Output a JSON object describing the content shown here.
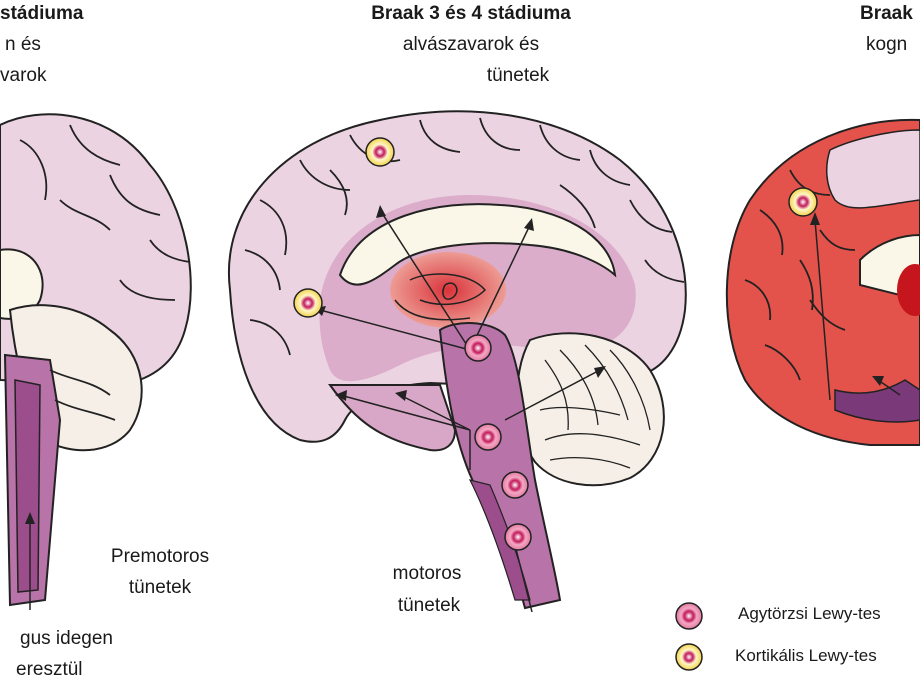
{
  "left_panel": {
    "title": "stádiuma",
    "desc_line1": "n és",
    "desc_line2": "varok",
    "premotor_line1": "Premotoros",
    "premotor_line2": "tünetek",
    "vagus_line1": "gus idegen",
    "vagus_line2": "eresztül"
  },
  "middle_panel": {
    "title": "Braak 3 és 4 stádiuma",
    "desc_line1": "alvászavarok és",
    "desc_line2": "tünetek",
    "motor_line1": "motoros",
    "motor_line2": "tünetek"
  },
  "right_panel": {
    "title": "Braak",
    "desc_line1": "kogn"
  },
  "legend": {
    "brainstem_label": "Agytörzsi Lewy-tes",
    "cortical_label": "Kortikális Lewy-tes"
  },
  "colors": {
    "cortex_light": "#ecd3e2",
    "brainstem": "#b873a8",
    "limbic": "#d8a6c6",
    "red_region": "#e3524b",
    "lewy_brainstem": "#c7457a",
    "lewy_cortical": "#e8c43a"
  }
}
